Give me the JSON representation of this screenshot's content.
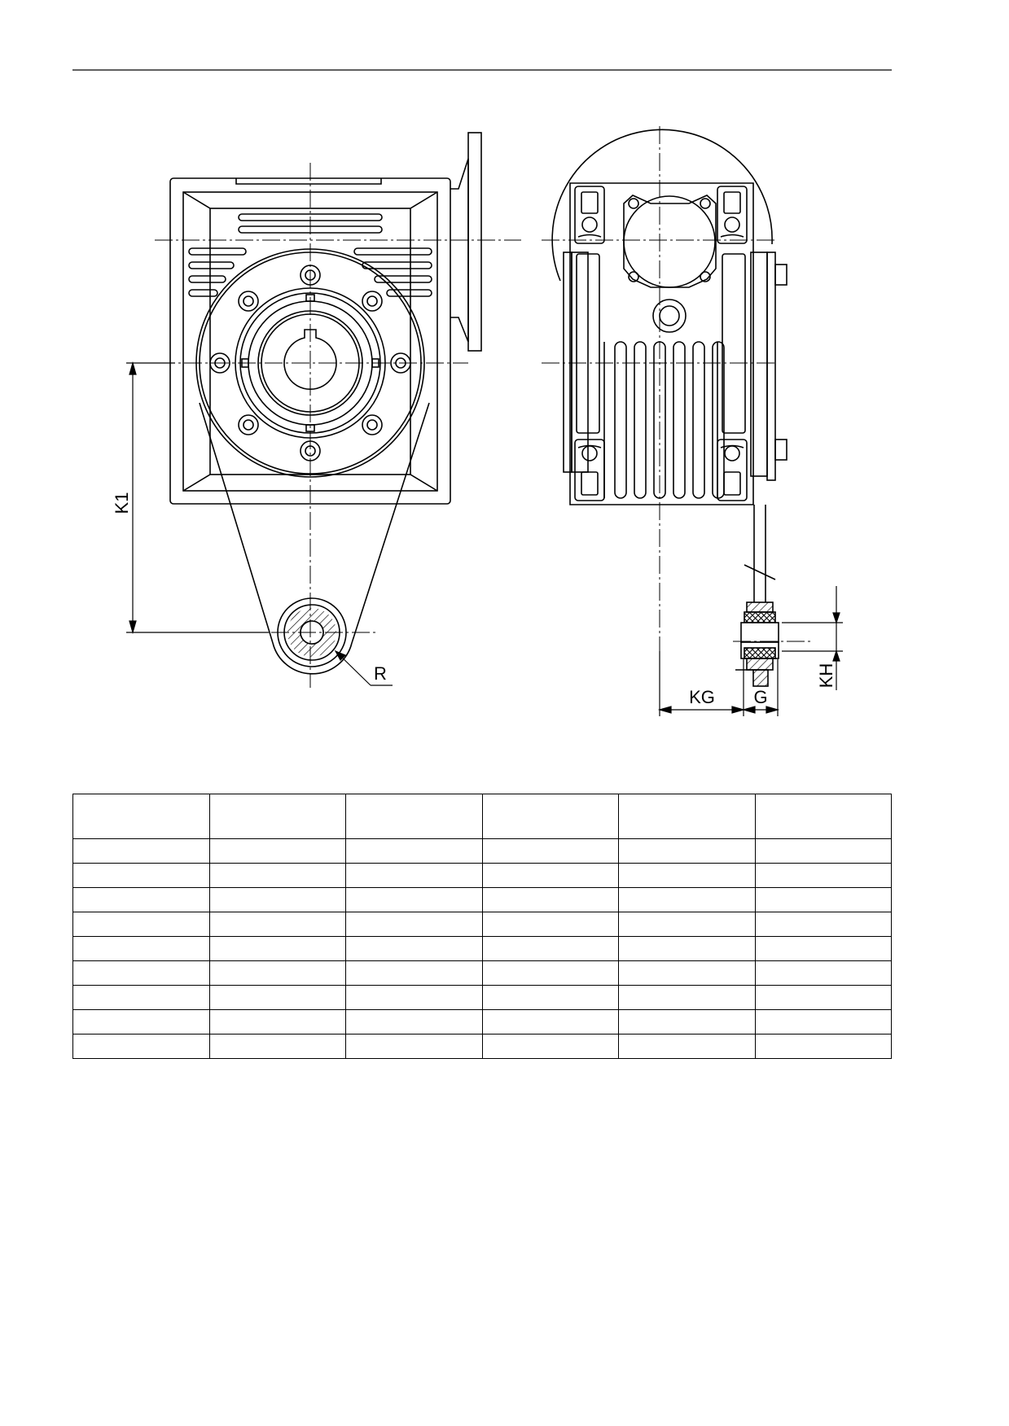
{
  "drawing": {
    "labels": {
      "k1": "K1",
      "r": "R",
      "kg": "KG",
      "g": "G",
      "kh": "KH"
    }
  },
  "table": {
    "columns": [
      "",
      "",
      "",
      "",
      "",
      ""
    ],
    "rows": [
      [
        "",
        "",
        "",
        "",
        "",
        ""
      ],
      [
        "",
        "",
        "",
        "",
        "",
        ""
      ],
      [
        "",
        "",
        "",
        "",
        "",
        ""
      ],
      [
        "",
        "",
        "",
        "",
        "",
        ""
      ],
      [
        "",
        "",
        "",
        "",
        "",
        ""
      ],
      [
        "",
        "",
        "",
        "",
        "",
        ""
      ],
      [
        "",
        "",
        "",
        "",
        "",
        ""
      ],
      [
        "",
        "",
        "",
        "",
        "",
        ""
      ],
      [
        "",
        "",
        "",
        "",
        "",
        ""
      ]
    ]
  }
}
